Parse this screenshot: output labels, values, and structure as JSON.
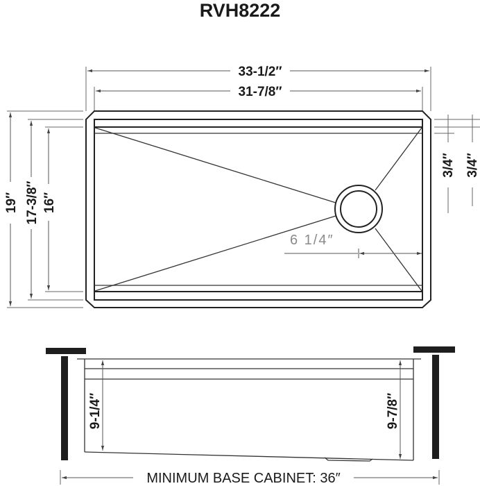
{
  "title": "RVH8222",
  "top_view": {
    "overall_width": "33-1/2″",
    "inner_width": "31-7/8″",
    "overall_depth": "19″",
    "rim_depth": "17-3/8″",
    "bowl_depth": "16″",
    "ledge_1": "3/4″",
    "ledge_2": "3/4″",
    "drain_offset": "6  1/4″"
  },
  "side_view": {
    "depth_front": "9-1/4″",
    "depth_rear": "9-7/8″",
    "min_cabinet": "MINIMUM BASE CABINET: 36″"
  },
  "colors": {
    "line": "#222222",
    "dimension_line": "#555555",
    "light_text": "#8a8a8a",
    "countertop": "#1e1e1e"
  }
}
